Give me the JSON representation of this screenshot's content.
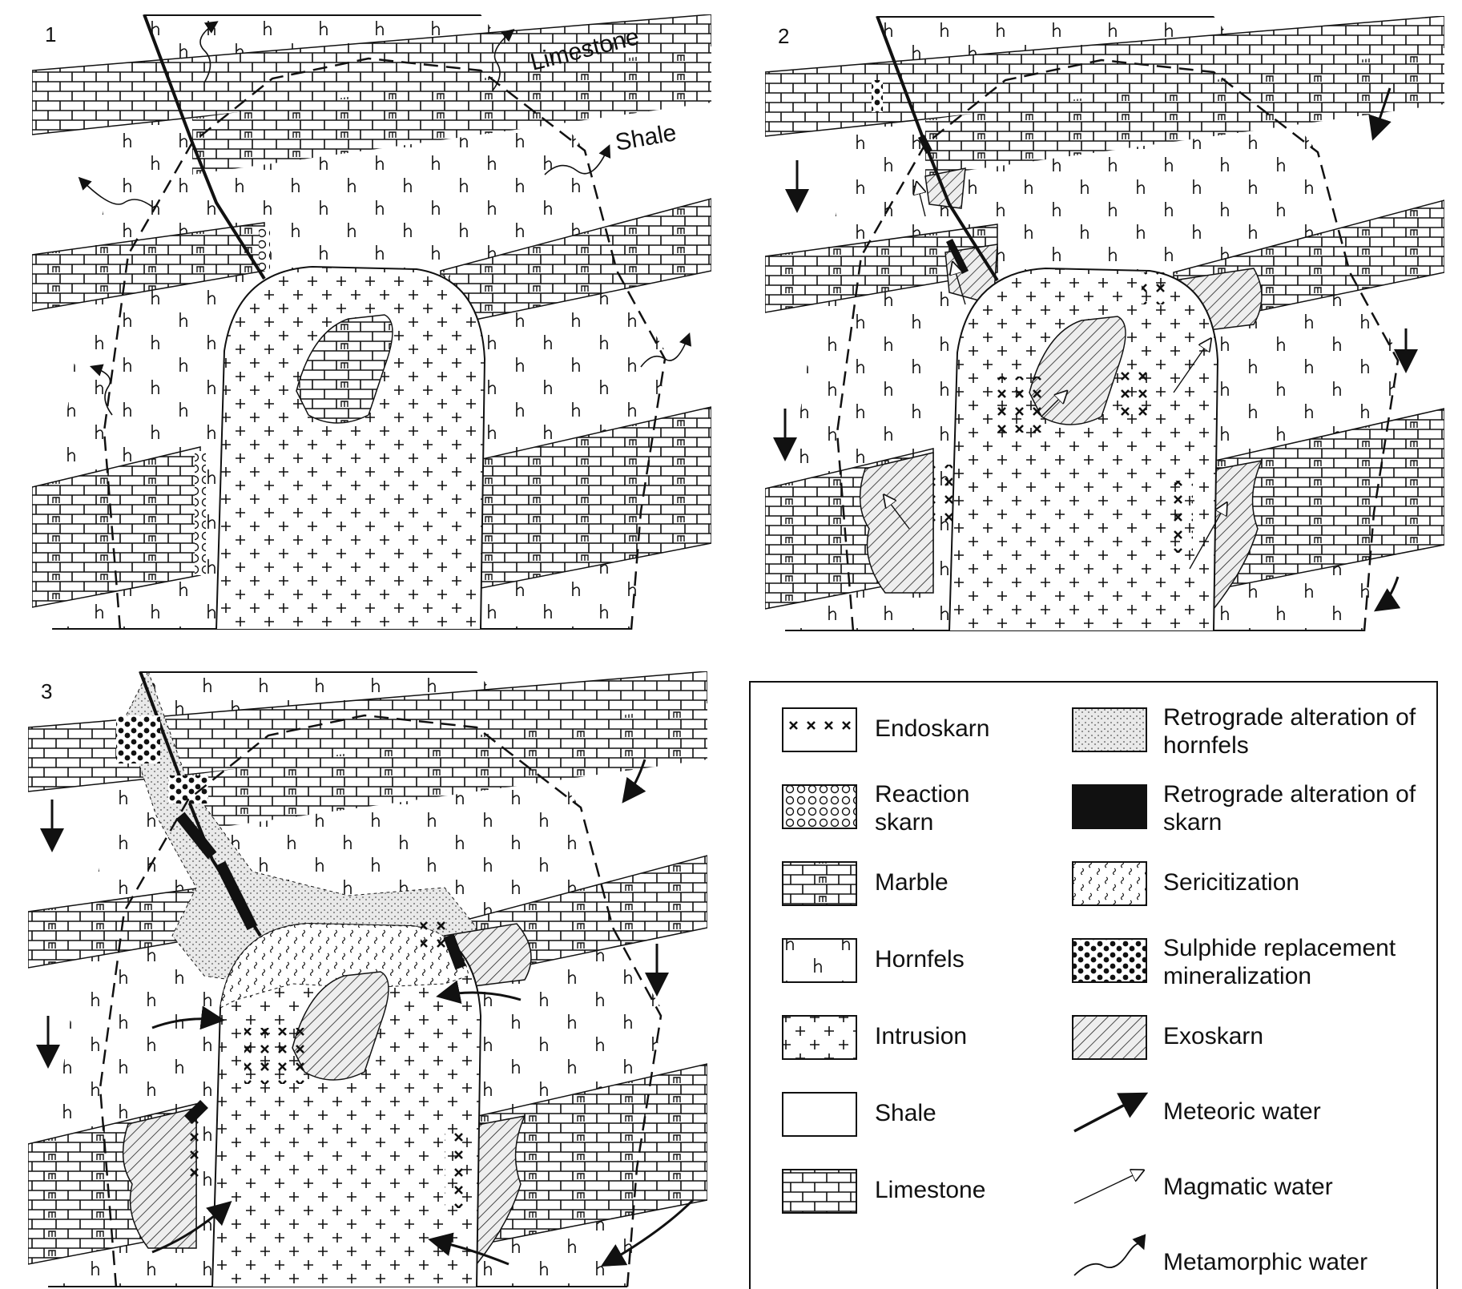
{
  "panels": [
    {
      "number": "1",
      "limestone_label": "Limestone",
      "shale_label": "Shale"
    },
    {
      "number": "2"
    },
    {
      "number": "3"
    }
  ],
  "legend": {
    "items": [
      {
        "key": "endoskarn",
        "label": "Endoskarn"
      },
      {
        "key": "reaction_skarn",
        "label": "Reaction skarn"
      },
      {
        "key": "marble",
        "label": "Marble"
      },
      {
        "key": "hornfels",
        "label": "Hornfels"
      },
      {
        "key": "intrusion",
        "label": "Intrusion"
      },
      {
        "key": "shale",
        "label": "Shale"
      },
      {
        "key": "limestone",
        "label": "Limestone"
      },
      {
        "key": "retrograde_hornfels",
        "label": "Retrograde alteration of hornfels"
      },
      {
        "key": "retrograde_skarn",
        "label": "Retrograde alteration of skarn"
      },
      {
        "key": "sericitization",
        "label": "Sericitization"
      },
      {
        "key": "sulphide",
        "label": "Sulphide replacement mineralization"
      },
      {
        "key": "exoskarn",
        "label": "Exoskarn"
      },
      {
        "key": "meteoric",
        "label": "Meteoric water"
      },
      {
        "key": "magmatic",
        "label": "Magmatic water"
      },
      {
        "key": "metamorphic",
        "label": "Metamorphic water"
      }
    ],
    "colors": {
      "ink": "#111111",
      "paper": "#ffffff",
      "stipple": "#bbbbbb"
    }
  }
}
